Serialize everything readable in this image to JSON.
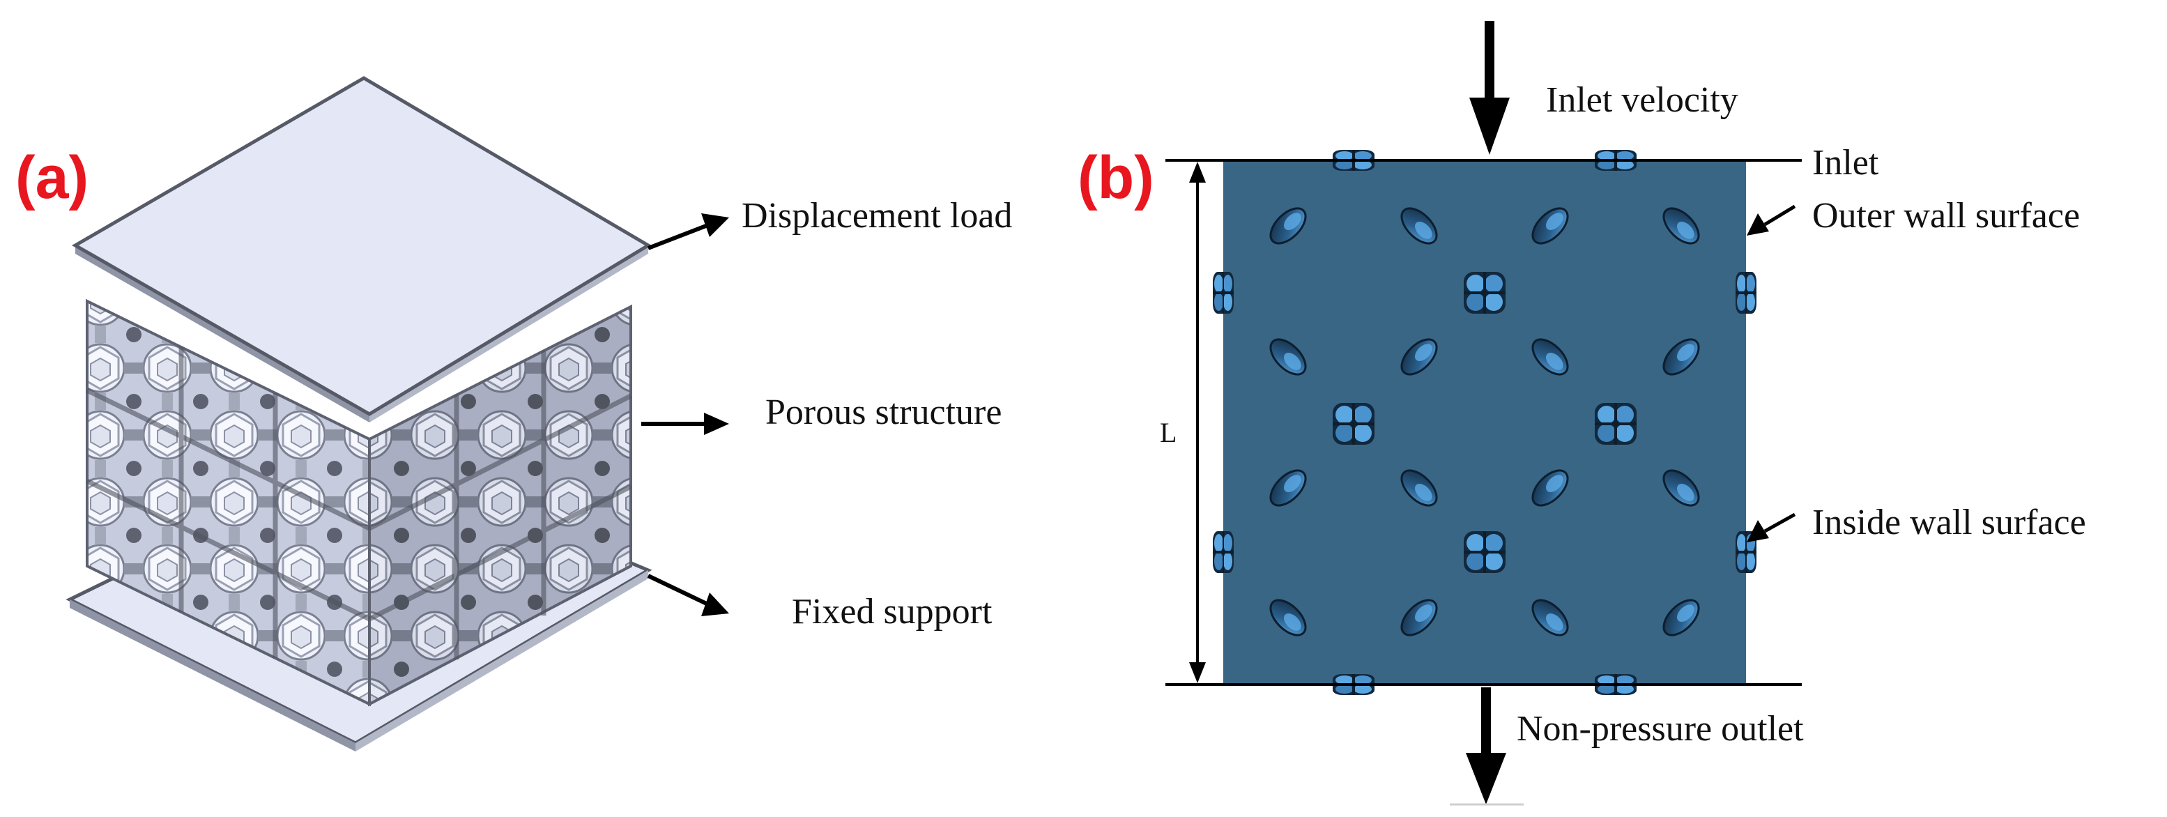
{
  "colors": {
    "panel_tag": "#e8161f",
    "plate_fill": "#e3e7f6",
    "lattice_light": "#eef1fb",
    "lattice_mid": "#c6cbde",
    "lattice_dark": "#5d6170",
    "fluid_domain": "#396685",
    "pore_light": "#5ba7e2",
    "pore_dark": "#12283d",
    "arrow": "#000000"
  },
  "panel_a": {
    "tag": "(a)",
    "labels": {
      "displacement_load": "Displacement load",
      "porous_structure": "Porous structure",
      "fixed_support": "Fixed support"
    }
  },
  "panel_b": {
    "tag": "(b)",
    "labels": {
      "inlet_velocity": "Inlet velocity",
      "inlet": "Inlet",
      "outer_wall_surface": "Outer wall surface",
      "length": "L",
      "inside_wall_surface": "Inside wall surface",
      "non_pressure_outlet": "Non-pressure outlet"
    }
  }
}
